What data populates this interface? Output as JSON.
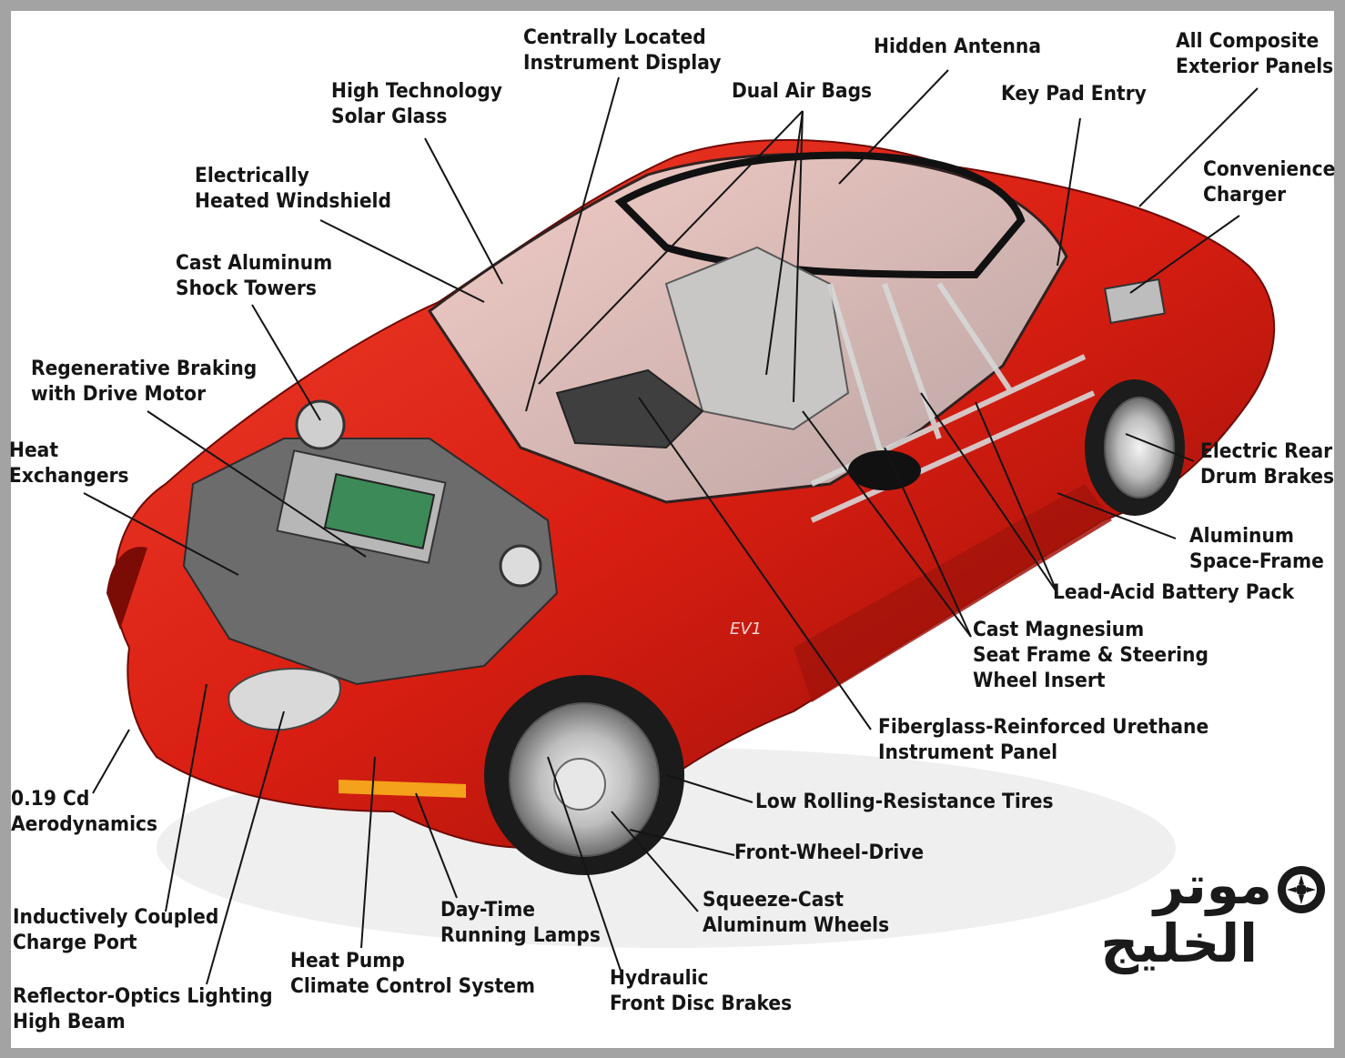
{
  "callouts": [
    {
      "id": "centrally-located-instrument-display",
      "lines": [
        "Centrally Located",
        "Instrument Display"
      ]
    },
    {
      "id": "hidden-antenna",
      "lines": [
        "Hidden Antenna"
      ]
    },
    {
      "id": "all-composite-exterior-panels",
      "lines": [
        "All Composite",
        "Exterior Panels"
      ]
    },
    {
      "id": "high-technology-solar-glass",
      "lines": [
        "High Technology",
        "Solar Glass"
      ]
    },
    {
      "id": "dual-air-bags",
      "lines": [
        "Dual Air Bags"
      ]
    },
    {
      "id": "key-pad-entry",
      "lines": [
        "Key Pad Entry"
      ]
    },
    {
      "id": "electrically-heated-windshield",
      "lines": [
        "Electrically",
        "Heated Windshield"
      ]
    },
    {
      "id": "convenience-charger",
      "lines": [
        "Convenience",
        "Charger"
      ]
    },
    {
      "id": "cast-aluminum-shock-towers",
      "lines": [
        "Cast Aluminum",
        "Shock Towers"
      ]
    },
    {
      "id": "regenerative-braking",
      "lines": [
        "Regenerative Braking",
        "with Drive Motor"
      ]
    },
    {
      "id": "heat-exchangers",
      "lines": [
        "Heat",
        "Exchangers"
      ]
    },
    {
      "id": "electric-rear-drum-brakes",
      "lines": [
        "Electric Rear",
        "Drum Brakes"
      ]
    },
    {
      "id": "aluminum-space-frame",
      "lines": [
        "Aluminum",
        "Space-Frame"
      ]
    },
    {
      "id": "lead-acid-battery-pack",
      "lines": [
        "Lead-Acid Battery Pack"
      ]
    },
    {
      "id": "cast-magnesium-seat-frame",
      "lines": [
        "Cast Magnesium",
        "Seat Frame & Steering",
        "Wheel Insert"
      ]
    },
    {
      "id": "fiberglass-instrument-panel",
      "lines": [
        "Fiberglass-Reinforced Urethane",
        "Instrument Panel"
      ]
    },
    {
      "id": "low-rolling-resistance-tires",
      "lines": [
        "Low Rolling-Resistance Tires"
      ]
    },
    {
      "id": "front-wheel-drive",
      "lines": [
        "Front-Wheel-Drive"
      ]
    },
    {
      "id": "aerodynamics",
      "lines": [
        "0.19 Cd",
        "Aerodynamics"
      ]
    },
    {
      "id": "day-time-running-lamps",
      "lines": [
        "Day-Time",
        "Running Lamps"
      ]
    },
    {
      "id": "squeeze-cast-aluminum-wheels",
      "lines": [
        "Squeeze-Cast",
        "Aluminum Wheels"
      ]
    },
    {
      "id": "inductively-coupled-charge-port",
      "lines": [
        "Inductively Coupled",
        "Charge Port"
      ]
    },
    {
      "id": "heat-pump-climate-control",
      "lines": [
        "Heat Pump",
        "Climate Control System"
      ]
    },
    {
      "id": "hydraulic-front-disc-brakes",
      "lines": [
        "Hydraulic",
        "Front Disc Brakes"
      ]
    },
    {
      "id": "reflector-optics-lighting",
      "lines": [
        "Reflector-Optics Lighting",
        "High Beam"
      ]
    }
  ],
  "car_badge": "EV1",
  "logo": {
    "line1": "موتر",
    "line2": "الخليج"
  },
  "colors": {
    "body_red": "#d81e12",
    "dark_red": "#8e0c06",
    "leader": "#141414",
    "background": "#ffffff"
  }
}
